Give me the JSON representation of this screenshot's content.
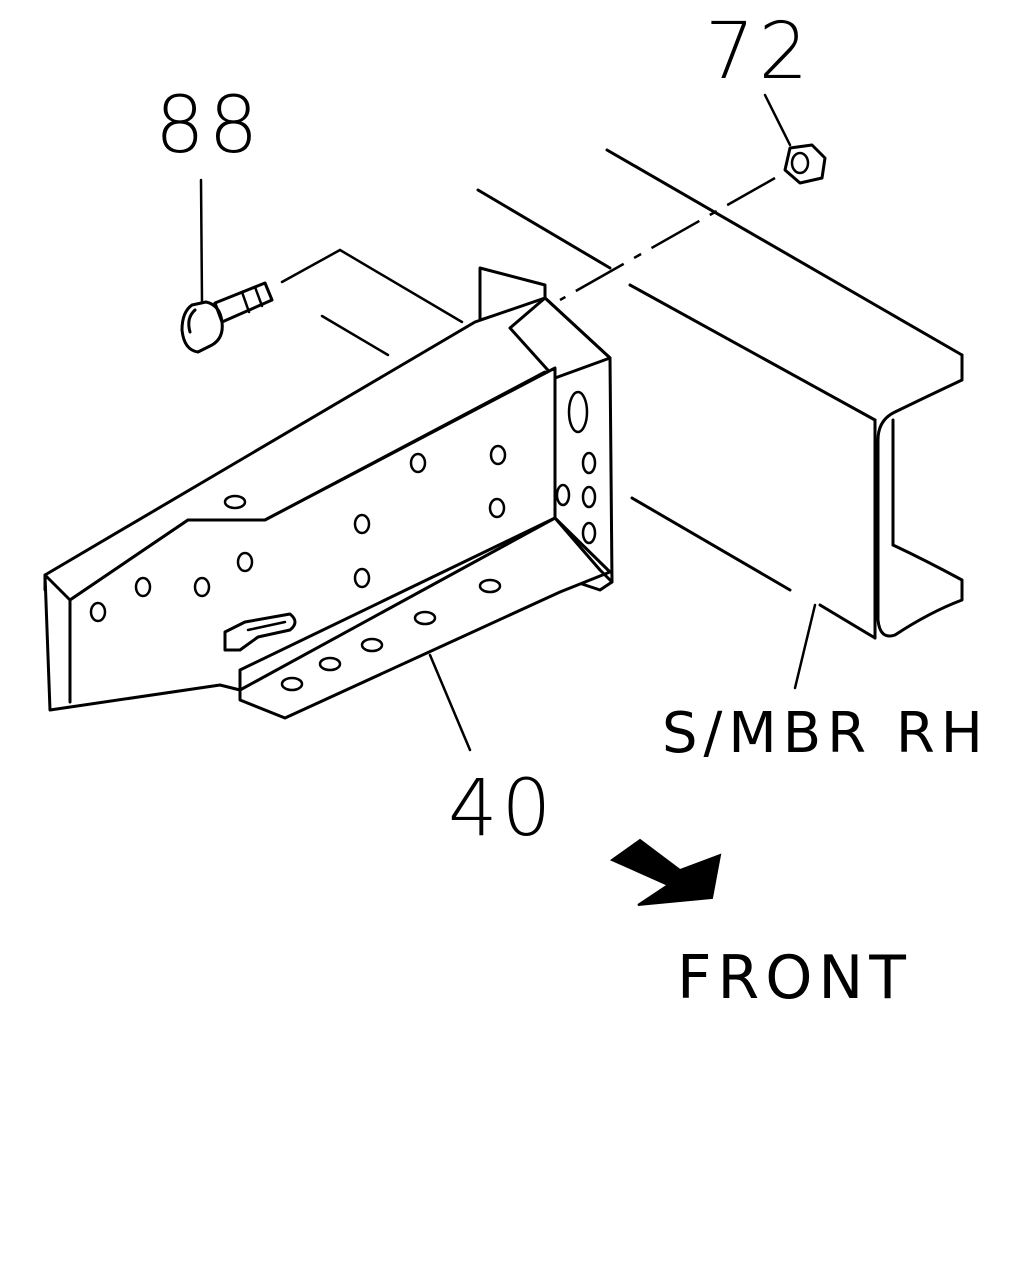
{
  "callouts": {
    "part_88": "88",
    "part_72": "72",
    "part_40": "40"
  },
  "labels": {
    "side_member": "S/MBR RH",
    "front": "FRONT"
  },
  "icons": {
    "front_arrow": "front-arrow-icon"
  }
}
